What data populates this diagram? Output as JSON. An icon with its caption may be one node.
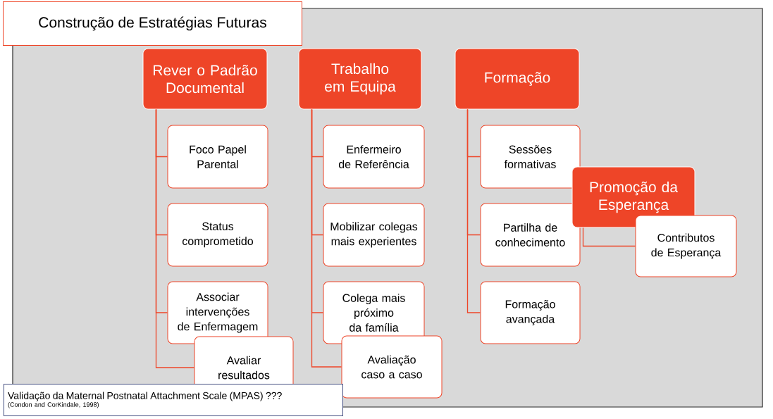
{
  "diagram": {
    "title": "Construção de Estratégias Futuras",
    "nodes": [
      {
        "text": [
          "Rever o Padrão Documental"
        ]
      },
      {
        "text": [
          "Foco Papel Parental"
        ]
      },
      {
        "text": [
          "Status comprometido"
        ]
      },
      {
        "text": [
          "Associar intervenções de Enfermagem"
        ]
      },
      {
        "text": [
          "Avaliar resultados"
        ]
      },
      {
        "text": [
          "Trabalho em Equipa"
        ]
      },
      {
        "text": [
          "Enfermeiro de Referência"
        ]
      },
      {
        "text": [
          "Mobilizar colegas mais experientes"
        ]
      },
      {
        "text": [
          "Colega mais próximo da família"
        ]
      },
      {
        "text": [
          "Avaliação caso a caso"
        ]
      },
      {
        "text": [
          "Formação"
        ]
      },
      {
        "text": [
          "Sessões formativas"
        ]
      },
      {
        "text": [
          "Partilha de conhecimento"
        ]
      },
      {
        "text": [
          "Formação avançada"
        ]
      },
      {
        "text": [
          "Promoção da Esperança"
        ]
      },
      {
        "text": [
          "Contributos de Esperança"
        ]
      }
    ],
    "edges": [
      {
        "from": 0,
        "to": 1,
        "arrow": "none"
      },
      {
        "from": 0,
        "to": 2,
        "arrow": "none"
      },
      {
        "from": 0,
        "to": 3,
        "arrow": "none"
      },
      {
        "from": 0,
        "to": 4,
        "arrow": "none"
      },
      {
        "from": 5,
        "to": 6,
        "arrow": "none"
      },
      {
        "from": 5,
        "to": 7,
        "arrow": "none"
      },
      {
        "from": 5,
        "to": 8,
        "arrow": "none"
      },
      {
        "from": 5,
        "to": 9,
        "arrow": "none"
      },
      {
        "from": 10,
        "to": 11,
        "arrow": "none"
      },
      {
        "from": 10,
        "to": 12,
        "arrow": "none"
      },
      {
        "from": 10,
        "to": 13,
        "arrow": "none"
      },
      {
        "from": 14,
        "to": 15,
        "arrow": "none"
      }
    ],
    "labels": [
      "Validação da Maternal Postnatal Attachment Scale (MPAS) ???",
      "(Condon and CorKindale, 1998)"
    ]
  }
}
